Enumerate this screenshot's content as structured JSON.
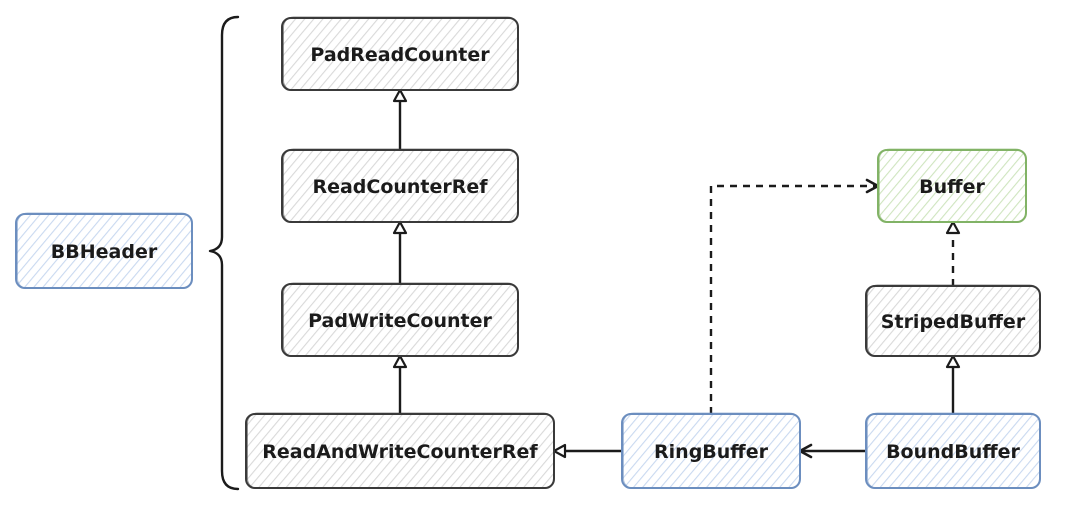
{
  "colors": {
    "default_stroke": "#3a3a3a",
    "default_hatch": "#d9d9d9",
    "blue_stroke": "#6c8ebf",
    "blue_hatch": "#c9d9f0",
    "green_stroke": "#82b366",
    "green_hatch": "#cfe5bf",
    "edge": "#1b1b1b"
  },
  "nodes": [
    {
      "id": "bbheader",
      "label": "BBHeader",
      "style": "blue"
    },
    {
      "id": "padreadcounter",
      "label": "PadReadCounter",
      "style": "default"
    },
    {
      "id": "readcounterref",
      "label": "ReadCounterRef",
      "style": "default"
    },
    {
      "id": "padwritecounter",
      "label": "PadWriteCounter",
      "style": "default"
    },
    {
      "id": "readandwritecounterref",
      "label": "ReadAndWriteCounterRef",
      "style": "default"
    },
    {
      "id": "ringbuffer",
      "label": "RingBuffer",
      "style": "blue"
    },
    {
      "id": "boundbuffer",
      "label": "BoundBuffer",
      "style": "blue"
    },
    {
      "id": "stripedbuffer",
      "label": "StripedBuffer",
      "style": "default"
    },
    {
      "id": "buffer",
      "label": "Buffer",
      "style": "green"
    }
  ],
  "edges": [
    {
      "from": "readcounterref",
      "to": "padreadcounter",
      "line": "solid",
      "head": "hollow-triangle"
    },
    {
      "from": "padwritecounter",
      "to": "readcounterref",
      "line": "solid",
      "head": "hollow-triangle"
    },
    {
      "from": "readandwritecounterref",
      "to": "padwritecounter",
      "line": "solid",
      "head": "hollow-triangle"
    },
    {
      "from": "ringbuffer",
      "to": "readandwritecounterref",
      "line": "solid",
      "head": "hollow-triangle"
    },
    {
      "from": "boundbuffer",
      "to": "ringbuffer",
      "line": "solid",
      "head": "open-arrow"
    },
    {
      "from": "boundbuffer",
      "to": "stripedbuffer",
      "line": "solid",
      "head": "hollow-triangle"
    },
    {
      "from": "stripedbuffer",
      "to": "buffer",
      "line": "dashed",
      "head": "hollow-triangle"
    },
    {
      "from": "ringbuffer",
      "to": "buffer",
      "line": "dashed",
      "head": "open-arrow"
    }
  ],
  "groupings": [
    {
      "type": "curly-brace",
      "owner": "bbheader",
      "members": [
        "padreadcounter",
        "readcounterref",
        "padwritecounter",
        "readandwritecounterref"
      ]
    }
  ]
}
